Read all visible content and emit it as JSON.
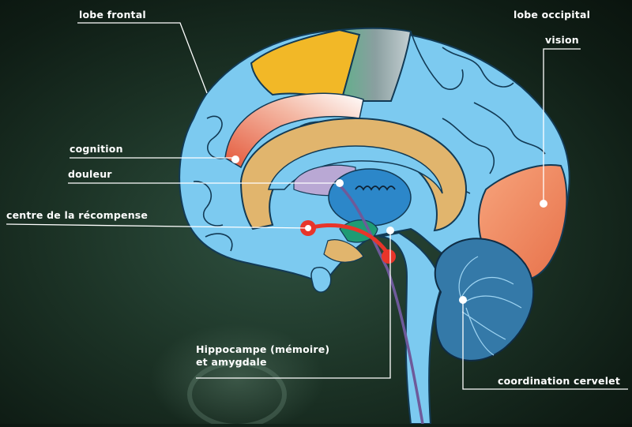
{
  "labels": {
    "frontal": "lobe frontal",
    "occipital": "lobe occipital",
    "vision": "vision",
    "cognition": "cognition",
    "douleur": "douleur",
    "recompense": "centre de la récompense",
    "hippocampe_line1": "Hippocampe (mémoire)",
    "hippocampe_line2": "et amygdale",
    "cervelet": "coordination cervelet"
  },
  "colors": {
    "background": "#1c3326",
    "cortex": "#7ccaf0",
    "cortex_outline": "#123a55",
    "frontal_yellow": "#f2b827",
    "occipital_orange": "#f08a62",
    "cognition_red": "#e4583a",
    "reward_red": "#e8352a",
    "corpus_callosum": "#e1b56d",
    "thalamus_blue": "#2c87c9",
    "cerebellum": "#3479a8",
    "pathway_purple": "#6e5a9a",
    "line": "#ffffff"
  }
}
